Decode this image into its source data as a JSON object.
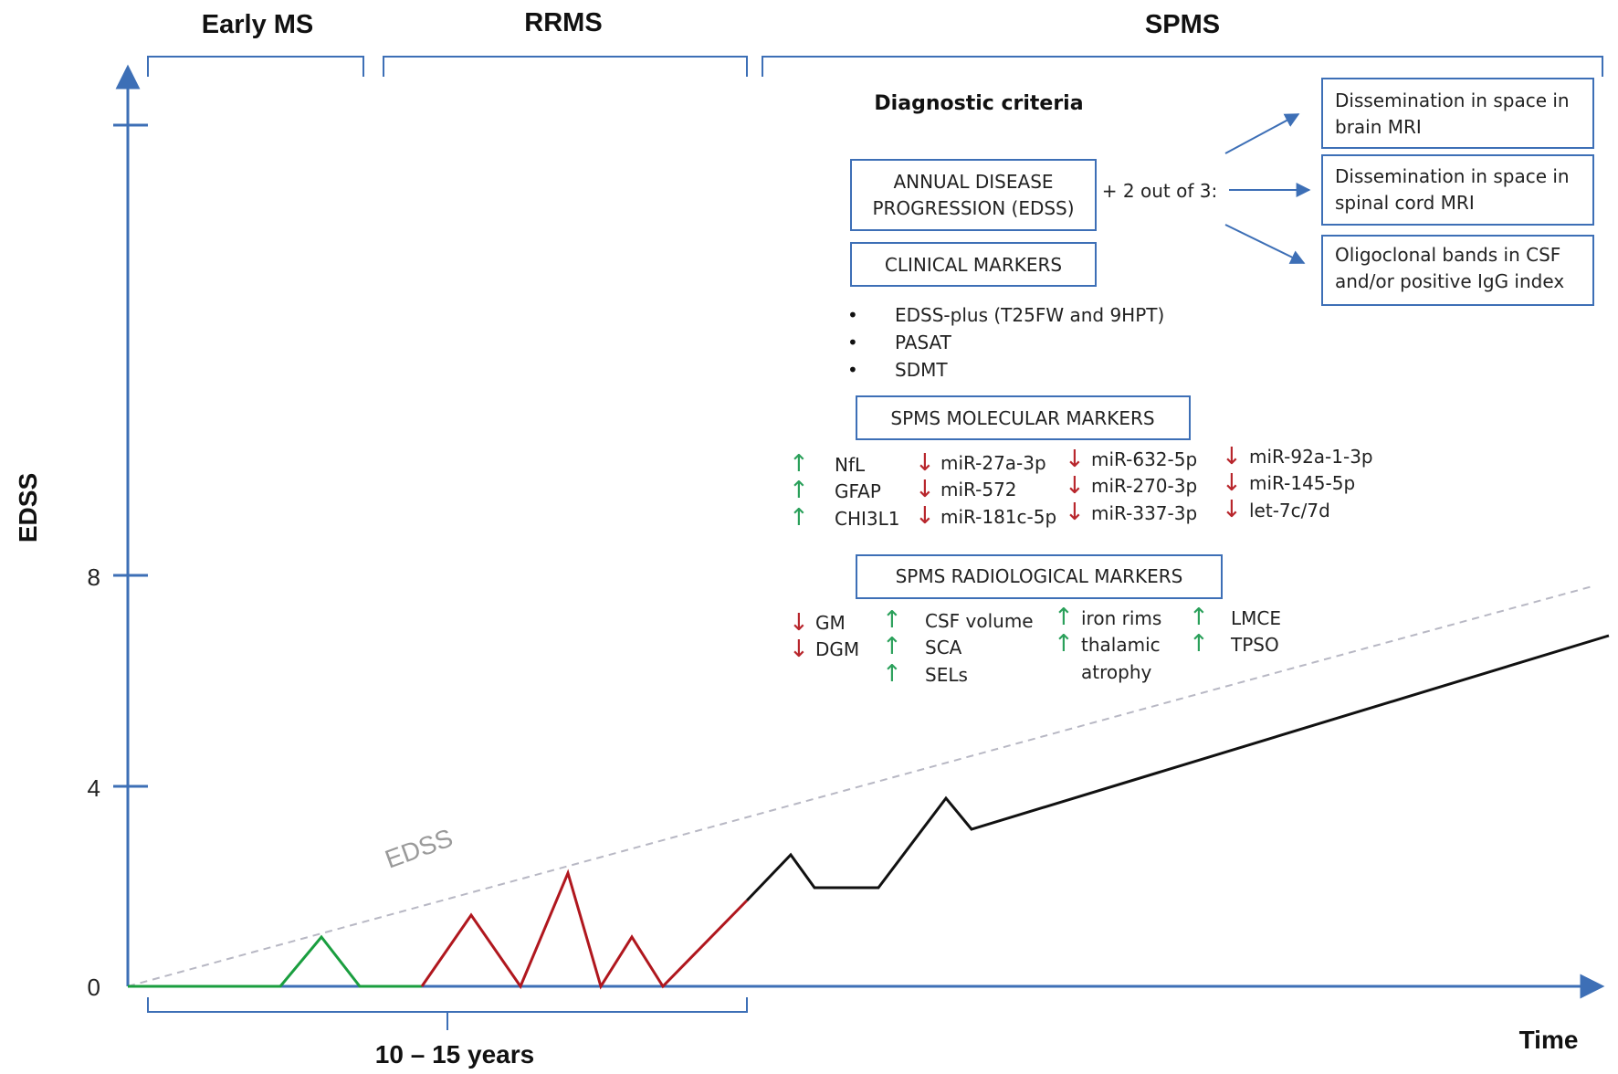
{
  "stages": {
    "early_ms": "Early MS",
    "rrms": "RRMS",
    "spms": "SPMS"
  },
  "axes": {
    "y_label": "EDSS",
    "x_label": "Time",
    "y_ticks": [
      "8",
      "4",
      "0"
    ]
  },
  "duration_label": "10 – 15 years",
  "trend_label": "EDSS",
  "colors": {
    "axis": "#3d6fb6",
    "early_ms_curve": "#1a9e3f",
    "rrms_curve": "#b0171e",
    "spms_curve": "#111111",
    "trend": "#b8b8c4",
    "increase": "#2aa05a",
    "decrease": "#b8262c"
  },
  "criteria": {
    "heading": "Diagnostic criteria",
    "progression_box": [
      "ANNUAL DISEASE",
      "PROGRESSION (EDSS)"
    ],
    "plus_text": "+ 2 out of 3:",
    "options": [
      [
        "Dissemination in space in",
        "brain MRI"
      ],
      [
        "Dissemination in space in",
        "spinal cord MRI"
      ],
      [
        "Oligoclonal bands in CSF",
        "and/or positive IgG index"
      ]
    ]
  },
  "clinical": {
    "heading": "CLINICAL MARKERS",
    "items": [
      "EDSS-plus (T25FW and 9HPT)",
      "PASAT",
      "SDMT"
    ]
  },
  "molecular": {
    "heading": "SPMS MOLECULAR MARKERS",
    "increased": [
      "NfL",
      "GFAP",
      "CHI3L1"
    ],
    "decreased_col1": [
      "miR-27a-3p",
      "miR-572",
      "miR-181c-5p"
    ],
    "decreased_col2": [
      "miR-632-5p",
      "miR-270-3p",
      "miR-337-3p"
    ],
    "decreased_col3": [
      "miR-92a-1-3p",
      "miR-145-5p",
      "let-7c/7d"
    ]
  },
  "radiological": {
    "heading": "SPMS RADIOLOGICAL MARKERS",
    "decreased": [
      "GM",
      "DGM"
    ],
    "increased_col1": [
      "CSF volume",
      "SCA",
      "SELs"
    ],
    "increased_col2": [
      "iron rims",
      "thalamic",
      "atrophy"
    ],
    "increased_col3": [
      "LMCE",
      "TPSO"
    ]
  },
  "icons": {
    "up_arrow": "↑",
    "down_arrow": "↓",
    "bullet": "•"
  }
}
